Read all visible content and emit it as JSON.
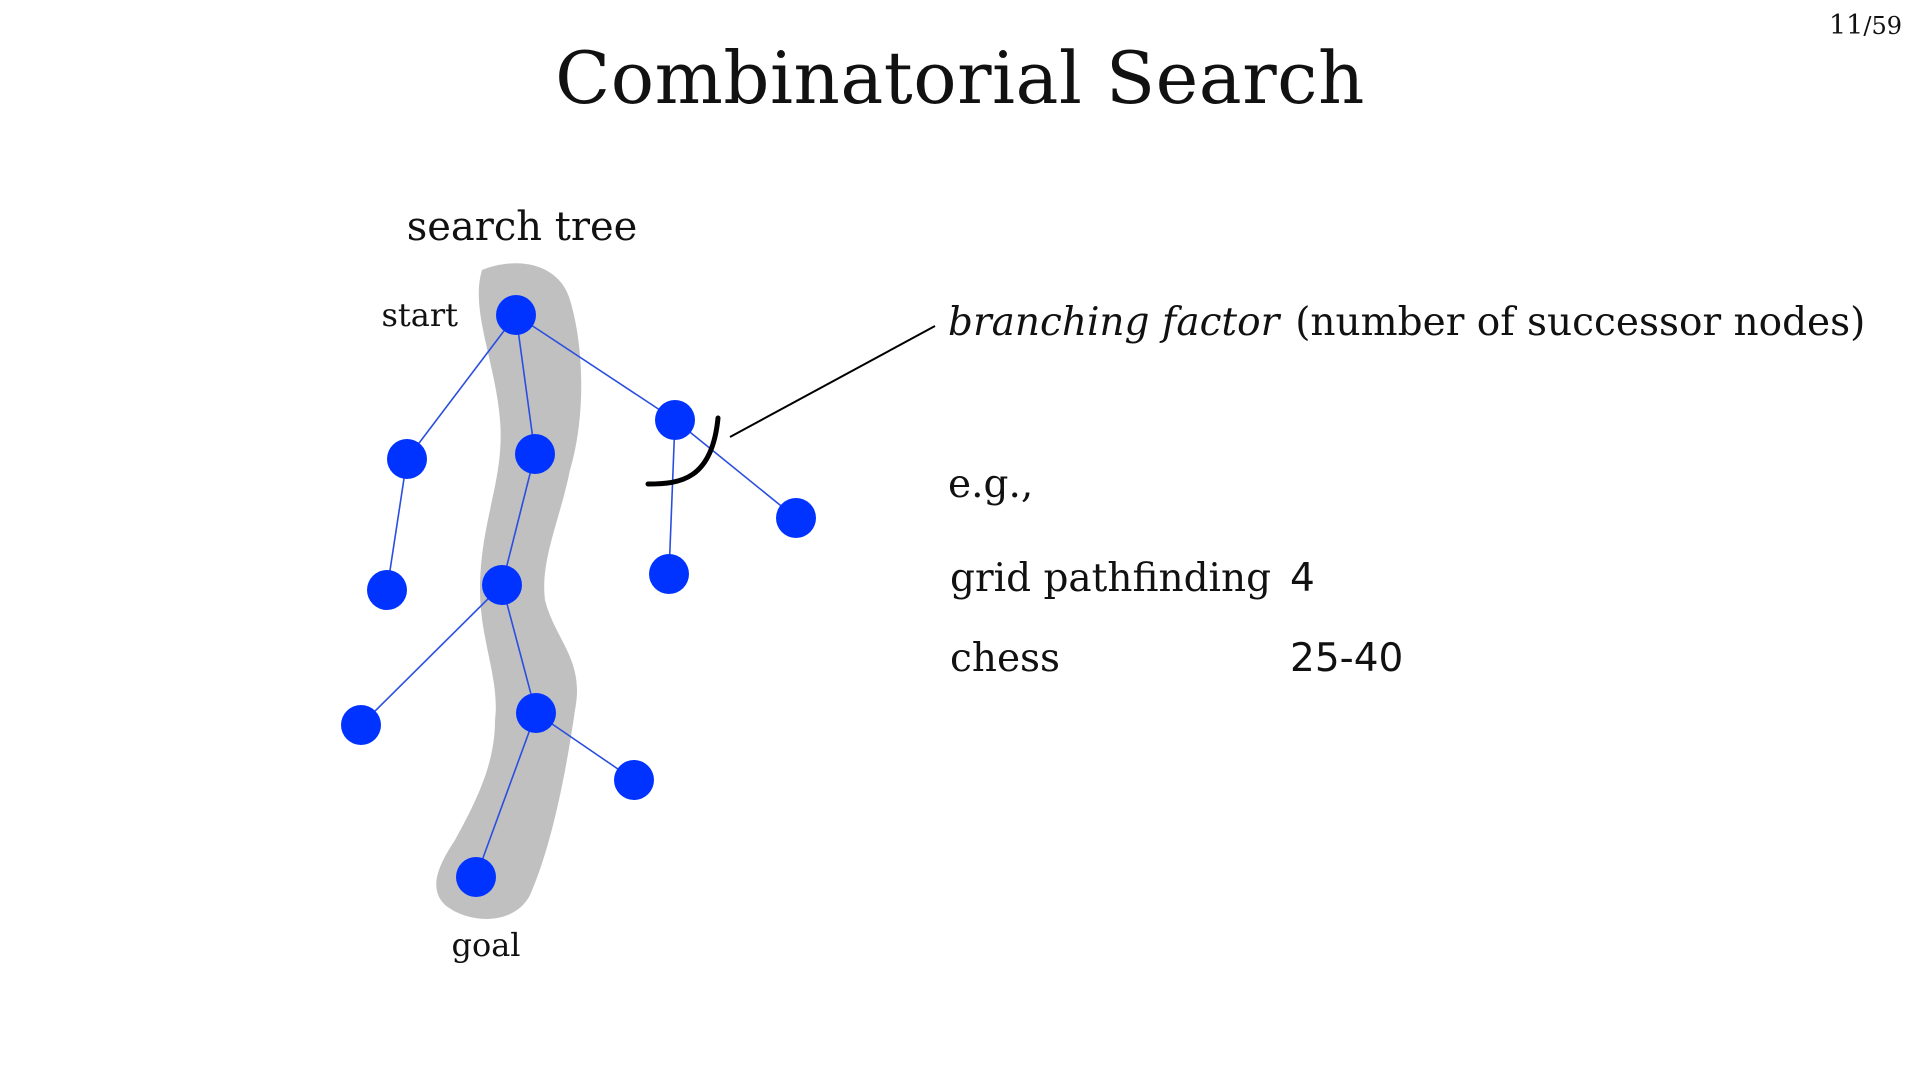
{
  "page": {
    "current": "11",
    "separator": "/",
    "total": "59"
  },
  "title": "Combinatorial Search",
  "diagram": {
    "label": "search tree",
    "start_label": "start",
    "goal_label": "goal",
    "colors": {
      "node": "#0033ff",
      "edge": "#2a4fe0",
      "path_highlight": "#c0c0c0",
      "pointer": "#000000"
    }
  },
  "branching": {
    "term": "branching factor",
    "definition": "(number of successor nodes)"
  },
  "examples": {
    "intro": "e.g.,",
    "rows": [
      {
        "name": "grid pathfinding",
        "value": "4"
      },
      {
        "name": "chess",
        "value": "25-40"
      }
    ]
  }
}
